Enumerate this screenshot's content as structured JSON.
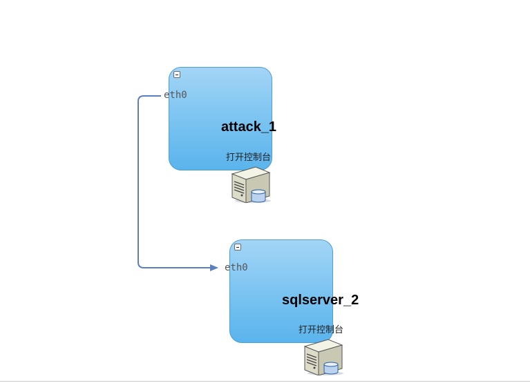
{
  "nodes": [
    {
      "id": "attack",
      "title": "attack_1",
      "console_label": "打开控制台",
      "interface": "eth0"
    },
    {
      "id": "sqlserver",
      "title": "sqlserver_2",
      "console_label": "打开控制台",
      "interface": "eth0"
    }
  ],
  "link": {
    "from": "attack_1.eth0",
    "to": "sqlserver_2.eth0",
    "color": "#5a7fc0"
  },
  "colors": {
    "node_fill_top": "#a3d5f6",
    "node_fill_bottom": "#5ab4ec",
    "node_border": "#4a9ed6"
  },
  "icons": {
    "node_icon": "server-with-database-icon",
    "collapse": "collapse-minus-icon"
  }
}
